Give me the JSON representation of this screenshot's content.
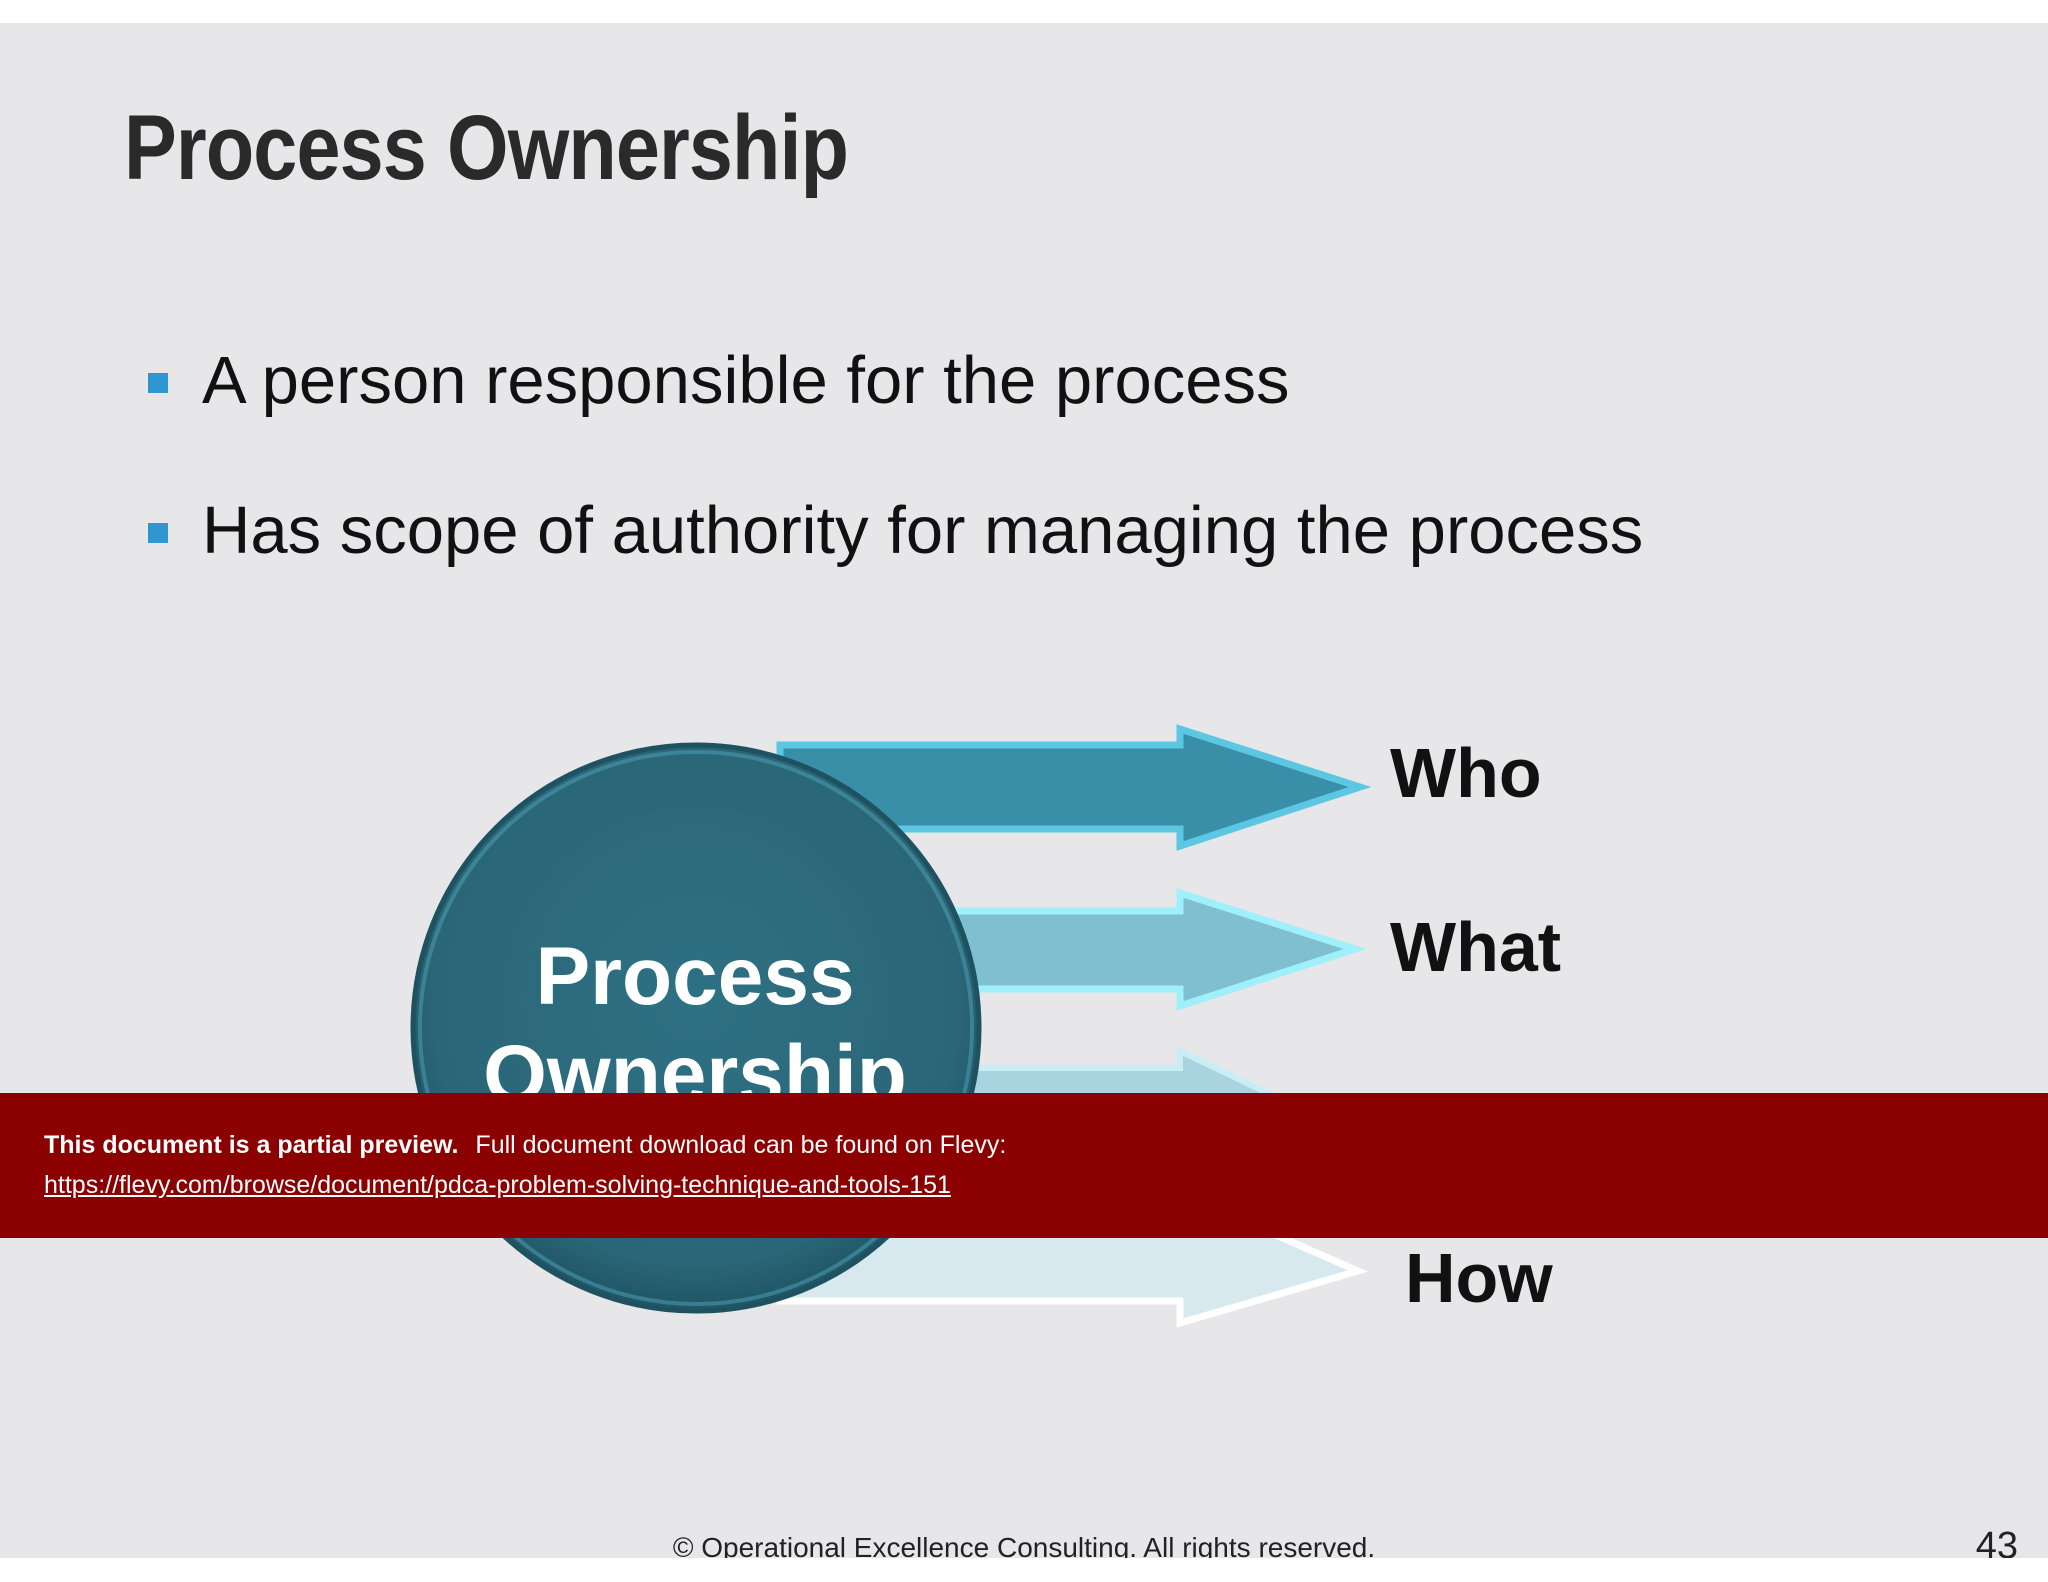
{
  "slide": {
    "title": "Process Ownership",
    "bullets": [
      "A person responsible for the process",
      "Has scope of authority for managing the process"
    ]
  },
  "diagram": {
    "center_line1": "Process",
    "center_line2": "Ownership",
    "arrow_labels": [
      "Who",
      "What",
      "How"
    ],
    "colors": {
      "circle": "#2b6a7b",
      "arrow_1": "#3a8fa8",
      "arrow_2": "#7fbfcf",
      "arrow_4": "#d7e9ef",
      "bullet": "#2e97d2"
    }
  },
  "preview_banner": {
    "bold_text": "This document is a partial preview.",
    "text": "Full document download can be found on Flevy:",
    "link": "https://flevy.com/browse/document/pdca-problem-solving-technique-and-tools-151",
    "color": "#8b0000"
  },
  "footer": {
    "copyright": "© Operational Excellence Consulting.  All rights reserved.",
    "page_number": "43"
  }
}
